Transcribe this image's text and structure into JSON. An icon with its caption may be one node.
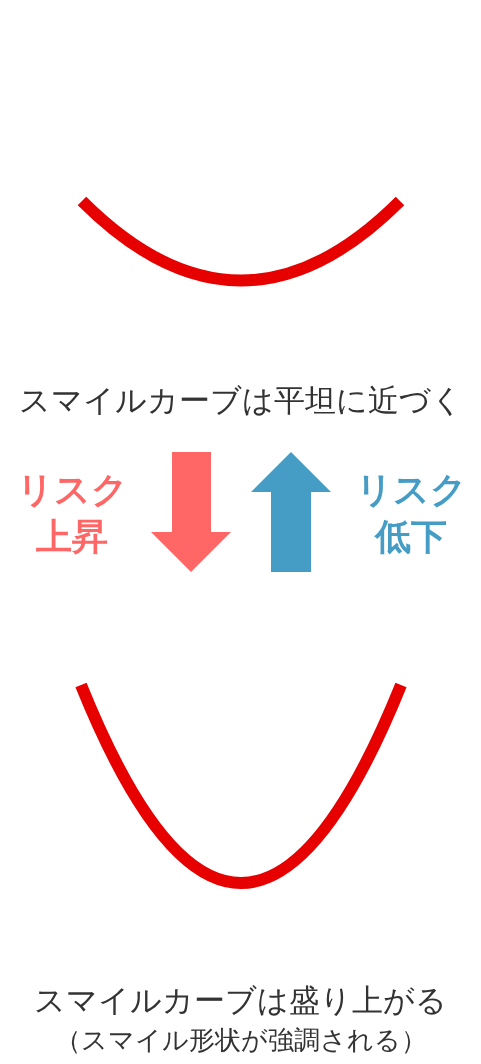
{
  "diagram": {
    "labels": [
      "スマイルカーブは平坦に近づく",
      "リスク上昇",
      "リスク低下",
      "スマイルカーブは盛り上がる",
      "（スマイル形状が強調される）"
    ]
  }
}
